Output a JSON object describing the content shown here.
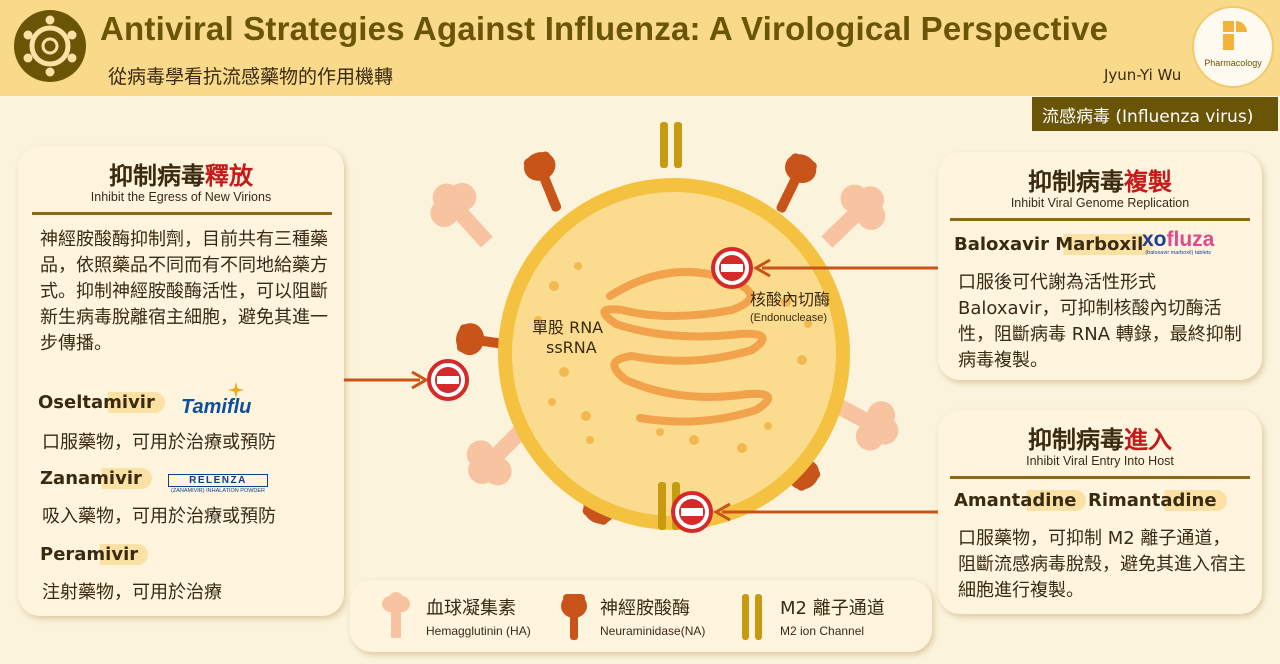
{
  "header": {
    "title": "Antiviral Strategies Against Influenza: A Virological Perspective",
    "subtitle": "從病毒學看抗流感藥物的作用機轉",
    "author": "Jyun-Yi Wu",
    "logo_text": "Pharmacology",
    "virus_tag": "流感病毒 (Influenza virus)"
  },
  "left_panel": {
    "title_prefix": "抑制病毒",
    "title_highlight": "釋放",
    "subtitle": "Inhibit the Egress of New Virions",
    "description": "神經胺酸酶抑制劑，目前共有三種藥品，依照藥品不同而有不同地給藥方式。抑制神經胺酸酶活性，可以阻斷新生病毒脫離宿主細胞，避免其進一步傳播。",
    "drugs": [
      {
        "name": "Oseltamivir",
        "brand": "Tamiflu",
        "desc": "口服藥物，可用於治療或預防"
      },
      {
        "name": "Zanamivir",
        "brand": "RELENZA",
        "brand_sub": "(ZANAMIVIR) INHALATION POWDER",
        "desc": "吸入藥物，可用於治療或預防"
      },
      {
        "name": "Peramivir",
        "desc": "注射藥物，可用於治療"
      }
    ]
  },
  "right_panel_replication": {
    "title_prefix": "抑制病毒",
    "title_highlight": "複製",
    "subtitle": "Inhibit Viral Genome Replication",
    "drug": "Baloxavir Marboxil",
    "brand_part1": "xo",
    "brand_part2": "fluza",
    "brand_sub": "(baloxavir marboxil) tablets",
    "description": "口服後可代謝為活性形式 Baloxavir，可抑制核酸內切酶活性，阻斷病毒 RNA 轉錄，最終抑制病毒複製。"
  },
  "right_panel_entry": {
    "title_prefix": "抑制病毒",
    "title_highlight": "進入",
    "subtitle": "Inhibit Viral Entry Into Host",
    "drug1": "Amantadine",
    "drug2": "Rimantadine",
    "description": "口服藥物，可抑制 M2 離子通道，阻斷流感病毒脫殼，避免其進入宿主細胞進行複製。"
  },
  "diagram": {
    "rna_label_zh": "單股 RNA",
    "rna_label_en": "ssRNA",
    "endonuclease_zh": "核酸內切酶",
    "endonuclease_en": "(Endonuclease)"
  },
  "legend": [
    {
      "name": "血球凝集素",
      "sub": "Hemagglutinin (HA)",
      "icon": "hemagglutinin-icon"
    },
    {
      "name": "神經胺酸酶",
      "sub": "Neuraminidase(NA)",
      "icon": "neuraminidase-icon"
    },
    {
      "name": "M2 離子通道",
      "sub": "M2 ion Channel",
      "icon": "m2-channel-icon"
    }
  ],
  "colors": {
    "header": "#f9d98a",
    "background": "#fbf3dc",
    "title": "#6a5406",
    "highlight": "#c41a1a",
    "virus_envelope": "#f4c240",
    "hemagglutinin": "#f7c3a0",
    "neuraminidase": "#c8541a",
    "m2_channel": "#c89a10",
    "inhibitor": "#d42a2a"
  }
}
